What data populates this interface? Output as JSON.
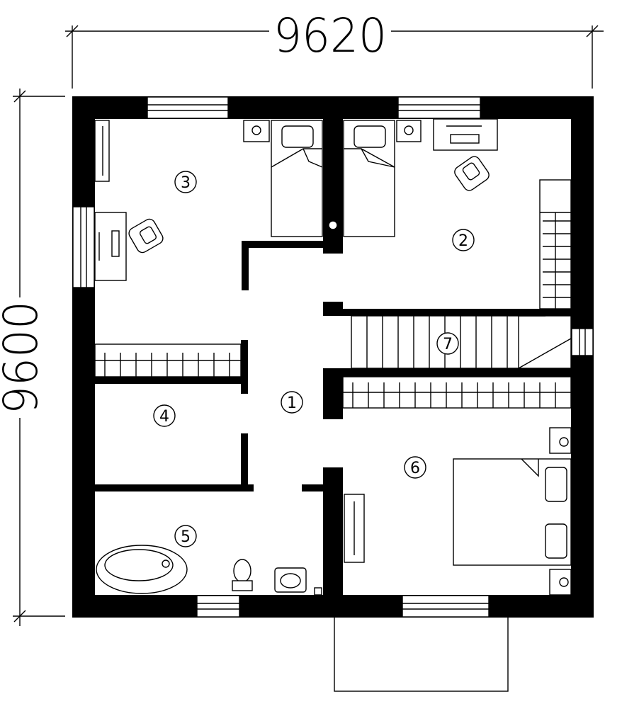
{
  "dimensions": {
    "width_label": "9620",
    "height_label": "9600"
  },
  "rooms": [
    {
      "id": "room-1",
      "number": "1"
    },
    {
      "id": "room-2",
      "number": "2"
    },
    {
      "id": "room-3",
      "number": "3"
    },
    {
      "id": "room-4",
      "number": "4"
    },
    {
      "id": "room-5",
      "number": "5"
    },
    {
      "id": "room-6",
      "number": "6"
    },
    {
      "id": "room-7",
      "number": "7"
    }
  ],
  "colors": {
    "wall": "#000000",
    "background": "#ffffff"
  }
}
